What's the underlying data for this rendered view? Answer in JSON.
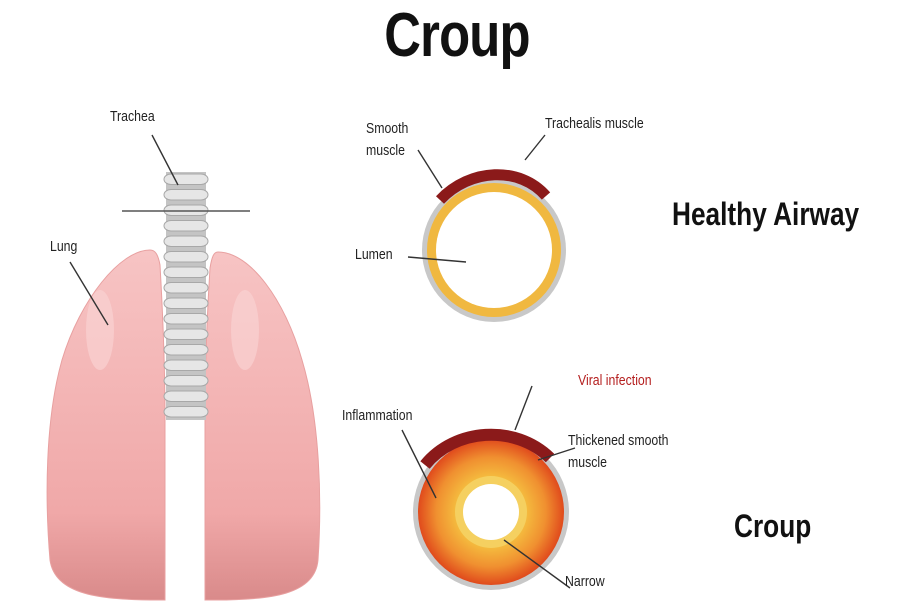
{
  "title": "Croup",
  "labels": {
    "trachea": "Trachea",
    "lung": "Lung",
    "smooth_muscle_line1": "Smooth",
    "smooth_muscle_line2": "muscle",
    "trachealis_muscle": "Trachealis muscle",
    "lumen": "Lumen",
    "viral_infection": "Viral infection",
    "inflammation": "Inflammation",
    "thickened_line1": "Thickened smooth",
    "thickened_line2": "muscle",
    "narrow": "Narrow"
  },
  "captions": {
    "healthy": "Healthy Airway",
    "croup": "Croup"
  },
  "colors": {
    "lung": "#f0a8a8",
    "lung_dark": "#d98888",
    "trachea": "#d8d8d8",
    "ring": "#f0b840",
    "muscle": "#8b1a1a",
    "inflamed": "#e85020",
    "accent_red": "#b52020"
  }
}
